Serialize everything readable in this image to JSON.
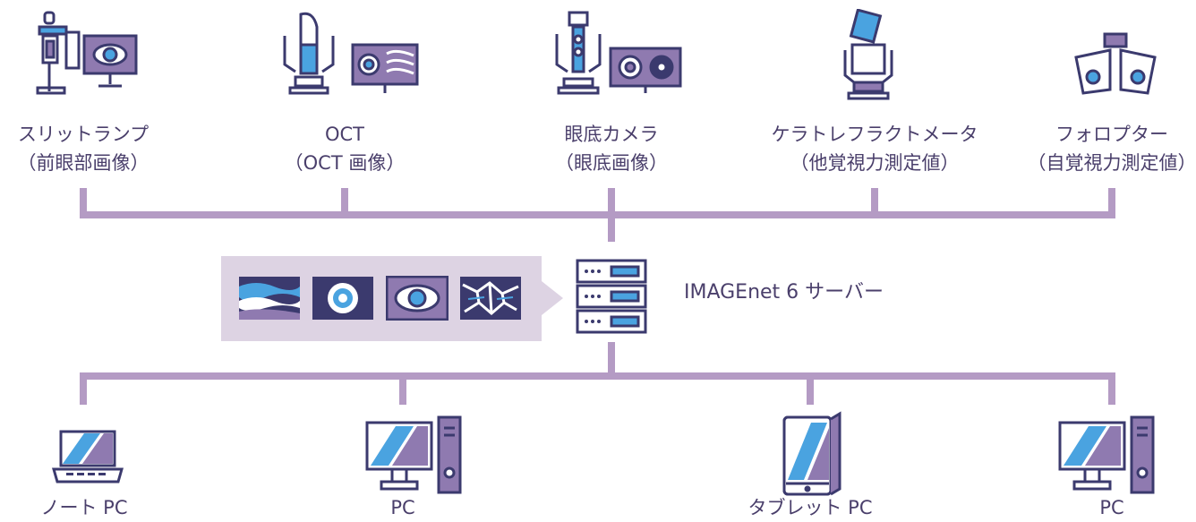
{
  "devices": [
    {
      "name": "スリットランプ",
      "sub": "（前眼部画像）",
      "icon": "slit-lamp-icon"
    },
    {
      "name": "OCT",
      "sub": "（OCT 画像）",
      "icon": "oct-icon"
    },
    {
      "name": "眼底カメラ",
      "sub": "（眼底画像）",
      "icon": "fundus-camera-icon"
    },
    {
      "name": "ケラトレフラクトメータ",
      "sub": "（他覚視力測定値）",
      "icon": "keratorefractometer-icon"
    },
    {
      "name": "フォロプター",
      "sub": "（自覚視力測定値）",
      "icon": "phoropter-icon"
    }
  ],
  "server": {
    "label": "IMAGEnet 6 サーバー",
    "icon": "server-icon"
  },
  "image_types": [
    "oct-wave-image-icon",
    "anterior-eye-image-icon",
    "eye-image-icon",
    "vessel-image-icon"
  ],
  "clients": [
    {
      "name": "ノート PC",
      "icon": "laptop-icon"
    },
    {
      "name": "PC",
      "icon": "desktop-pc-icon"
    },
    {
      "name": "タブレット PC",
      "icon": "tablet-icon"
    },
    {
      "name": "PC",
      "icon": "desktop-pc-icon"
    }
  ],
  "colors": {
    "line": "#b49bc4",
    "navy": "#3b3a6e",
    "purple": "#8f7ab0",
    "blue": "#4aa3e0",
    "panel": "#ddd3e3"
  }
}
